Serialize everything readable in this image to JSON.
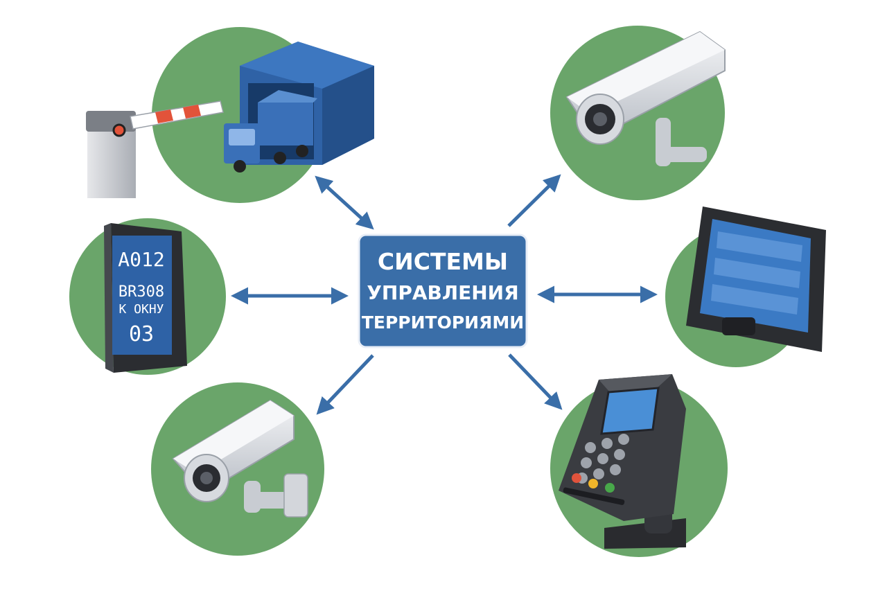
{
  "hub": {
    "line1": "СИСТЕМЫ",
    "line2": "УПРАВЛЕНИЯ",
    "line3": "ТЕРРИТОРИЯМИ"
  },
  "queue_display": {
    "row1": "A012",
    "row2": "BR308",
    "row3": "К ОКНУ",
    "row4": "03"
  },
  "colors": {
    "hub_fill": "#3a6ea8",
    "hub_border": "#e8eef7",
    "circle_fill": "#6aa56a",
    "arrow": "#3a6ea8",
    "device_blue": "#2f62a6",
    "screen_blue": "#3f78c2"
  },
  "nodes": [
    {
      "id": "barrier-garage",
      "icon": "barrier-gate-truck-warehouse-icon"
    },
    {
      "id": "camera-top-right",
      "icon": "cctv-camera-icon"
    },
    {
      "id": "queue-display",
      "icon": "queue-display-terminal-icon"
    },
    {
      "id": "touch-panel",
      "icon": "control-panel-screen-icon"
    },
    {
      "id": "camera-bottom-left",
      "icon": "cctv-camera-icon"
    },
    {
      "id": "payment-terminal",
      "icon": "payment-terminal-icon"
    }
  ]
}
